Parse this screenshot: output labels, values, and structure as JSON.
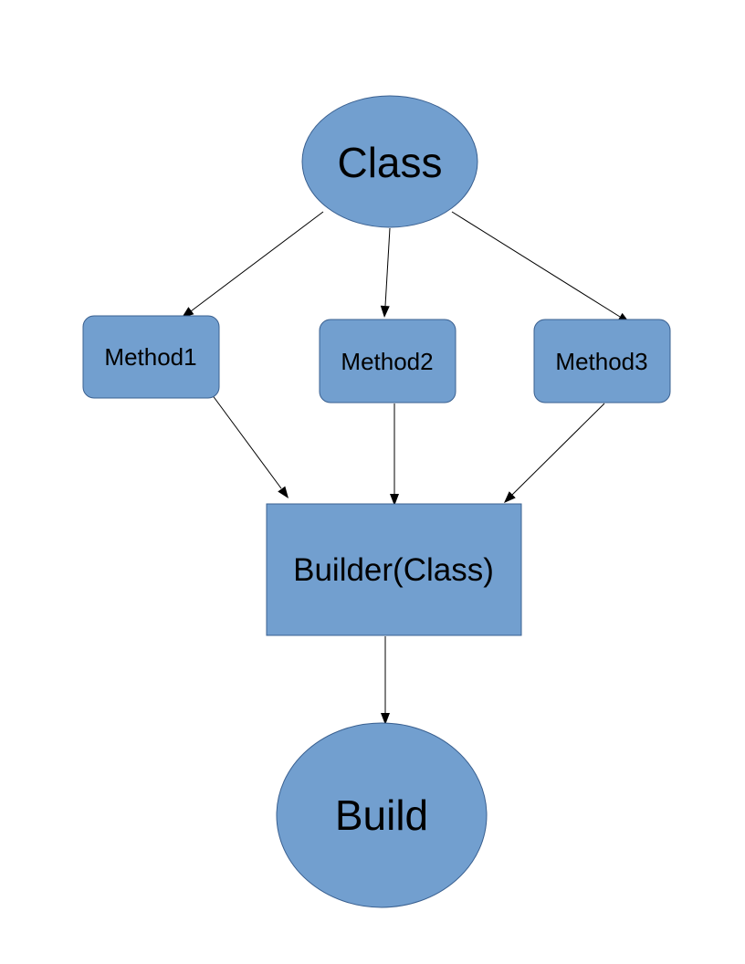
{
  "colors": {
    "node_fill": "#729fcf",
    "node_stroke": "#3a6090",
    "edge": "#000000",
    "text": "#000000",
    "background": "#ffffff"
  },
  "nodes": {
    "class": {
      "shape": "ellipse",
      "label": "Class"
    },
    "method1": {
      "shape": "rounded-rectangle",
      "label": "Method1"
    },
    "method2": {
      "shape": "rounded-rectangle",
      "label": "Method2"
    },
    "method3": {
      "shape": "rounded-rectangle",
      "label": "Method3"
    },
    "builder": {
      "shape": "rectangle",
      "label": "Builder(Class)"
    },
    "build": {
      "shape": "ellipse",
      "label": "Build"
    }
  },
  "edges": [
    {
      "from": "class",
      "to": "method1"
    },
    {
      "from": "class",
      "to": "method2"
    },
    {
      "from": "class",
      "to": "method3"
    },
    {
      "from": "method1",
      "to": "builder"
    },
    {
      "from": "method2",
      "to": "builder"
    },
    {
      "from": "method3",
      "to": "builder"
    },
    {
      "from": "builder",
      "to": "build"
    }
  ]
}
